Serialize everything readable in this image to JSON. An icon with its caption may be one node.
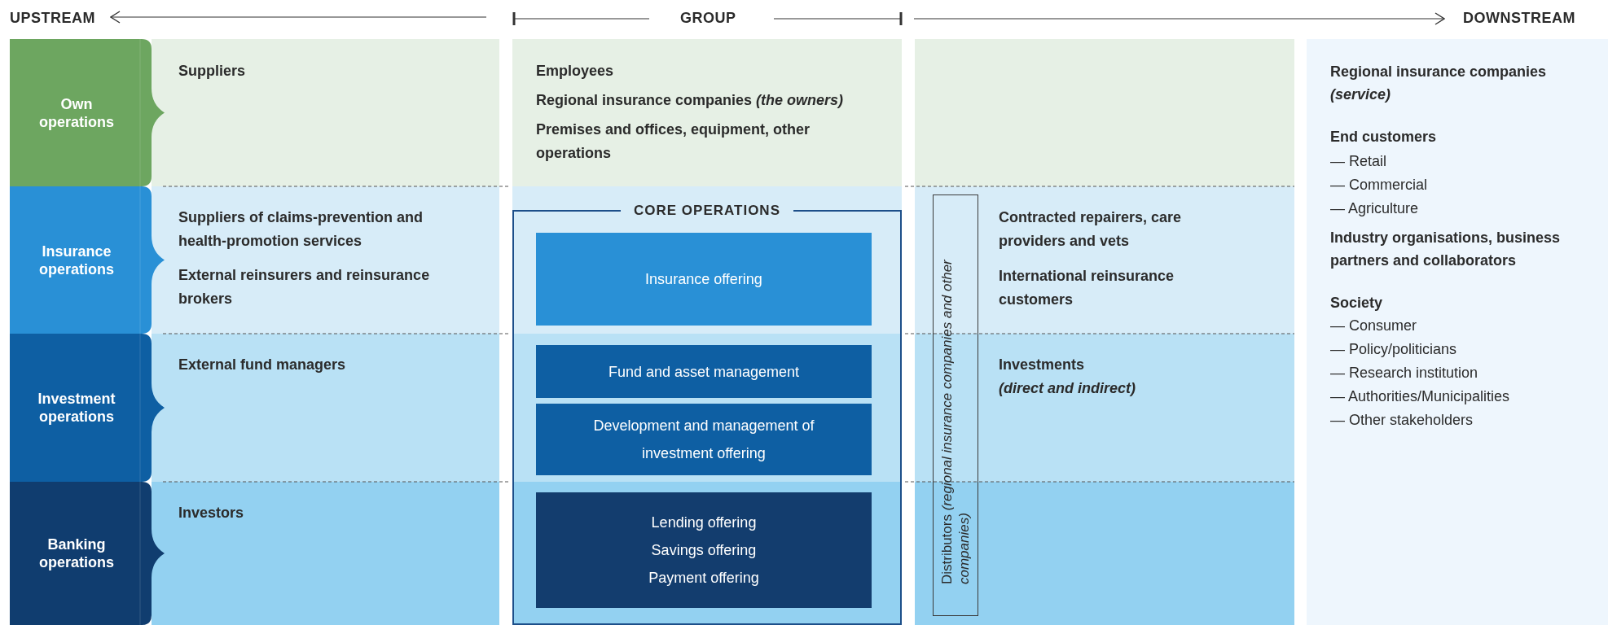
{
  "diagram": {
    "nodes": [
      {
        "text": [
          "Own operations"
        ]
      },
      {
        "text": [
          "Insurance operations"
        ]
      },
      {
        "text": [
          "Investment operations"
        ]
      },
      {
        "text": [
          "Banking operations"
        ]
      },
      {
        "text": [
          "CORE OPERATIONS"
        ]
      },
      {
        "text": [
          "Insurance offering"
        ],
        "in": 4
      },
      {
        "text": [
          "Fund and asset management"
        ],
        "in": 4
      },
      {
        "text": [
          "Development and management of investment offering"
        ],
        "in": 4
      },
      {
        "text": [
          "Lending offering",
          "Savings offering",
          "Payment offering"
        ],
        "in": 4
      },
      {
        "text": [
          "Distributors *(regional insurance companies and other companies)*"
        ]
      },
      {
        "text": [
          "Regional insurance companies *(service)*",
          "End customers",
          "— Retail",
          "— Commercial",
          "— Agriculture",
          "Industry organisations, business partners and collaborators",
          "Society",
          "— Consumer",
          "— Policy/politicians",
          "— Research institution",
          "— Authorities/Municipalities",
          "— Other stakeholders"
        ]
      }
    ],
    "labels": [
      "UPSTREAM",
      "GROUP",
      "DOWNSTREAM",
      "Suppliers",
      "Employees",
      "Regional insurance companies *(the owners)*",
      "Premises and offices, equipment, other operations",
      "Suppliers of claims-prevention and health-promotion services",
      "External reinsurers and reinsurance brokers",
      "Contracted repairers, care providers and vets",
      "International reinsurance customers",
      "External fund managers",
      "Investments *(direct and indirect)*",
      "Investors"
    ]
  }
}
